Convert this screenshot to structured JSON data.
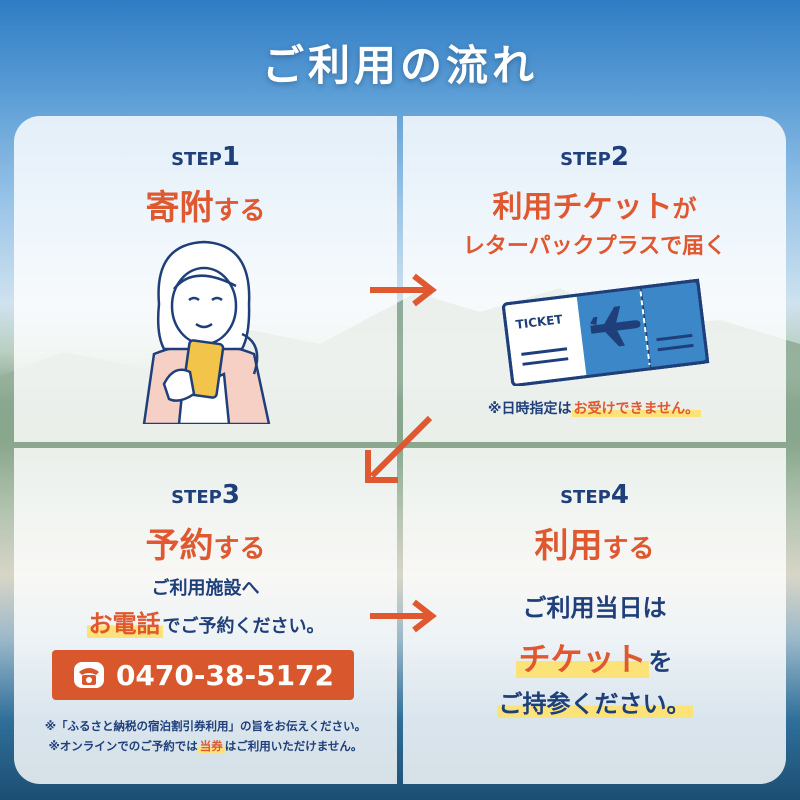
{
  "title": "ご利用の流れ",
  "steps": [
    {
      "label": "STEP",
      "num": "1",
      "title_main": "寄附",
      "title_suffix": "する"
    },
    {
      "label": "STEP",
      "num": "2",
      "title_main": "利用チケット",
      "title_suffix": "が",
      "subtitle": "レターパックプラスで届く",
      "ticket_text": "TICKET",
      "note_prefix": "※日時指定は",
      "note_highlight": "お受けできません。"
    },
    {
      "label": "STEP",
      "num": "3",
      "title_main": "予約",
      "title_suffix": "する",
      "line1": "ご利用施設へ",
      "line2_highlight": "お電話",
      "line2_rest": "でご予約ください。",
      "phone": "0470-38-5172",
      "note1": "※「ふるさと納税の宿泊割引券利用」の旨をお伝えください。",
      "note2_prefix": "※オンラインでのご予約では",
      "note2_highlight": "当券",
      "note2_suffix": "はご利用いただけません。"
    },
    {
      "label": "STEP",
      "num": "4",
      "title_main": "利用",
      "title_suffix": "する",
      "line1": "ご利用当日は",
      "line2_highlight": "チケット",
      "line2_rest": "を",
      "line3": "ご持参ください。"
    }
  ],
  "colors": {
    "accent": "#e0582f",
    "navy": "#1f3f7a",
    "highlight": "#fbe37a",
    "ticket_blue": "#3b87c7"
  },
  "icons": [
    "woman-holding-phone-illustration",
    "ticket-icon",
    "airplane-icon",
    "phone-icon",
    "arrow-right-icon",
    "arrow-down-left-icon"
  ]
}
